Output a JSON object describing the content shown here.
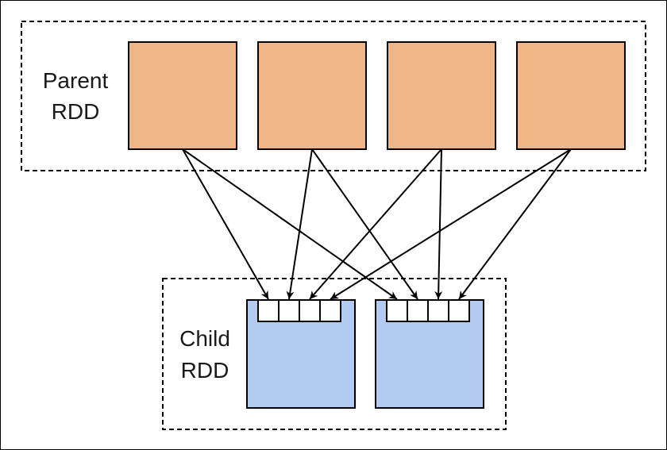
{
  "parent": {
    "label_line1": "Parent",
    "label_line2": "RDD",
    "partition_count": 4,
    "fill": "#f0b686"
  },
  "child": {
    "label_line1": "Child",
    "label_line2": "RDD",
    "partition_count": 2,
    "buckets_per_partition": 4,
    "fill": "#b3cbf0"
  },
  "edges": [
    {
      "from": 0,
      "to_partition": 0,
      "to_bucket": 0
    },
    {
      "from": 0,
      "to_partition": 1,
      "to_bucket": 0
    },
    {
      "from": 1,
      "to_partition": 0,
      "to_bucket": 1
    },
    {
      "from": 1,
      "to_partition": 1,
      "to_bucket": 1
    },
    {
      "from": 2,
      "to_partition": 0,
      "to_bucket": 2
    },
    {
      "from": 2,
      "to_partition": 1,
      "to_bucket": 2
    },
    {
      "from": 3,
      "to_partition": 0,
      "to_bucket": 3
    },
    {
      "from": 3,
      "to_partition": 1,
      "to_bucket": 3
    }
  ]
}
